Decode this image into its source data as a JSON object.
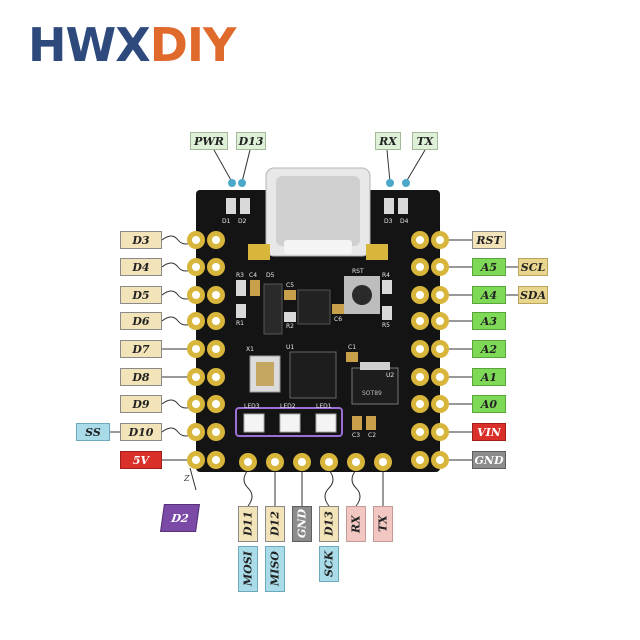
{
  "brand": {
    "part1": "HWX",
    "part2": "DIY"
  },
  "top_labels": {
    "pwr": "PWR",
    "d13": "D13",
    "rx": "RX",
    "tx": "TX"
  },
  "left_pins": [
    "D3",
    "D4",
    "D5",
    "D6",
    "D7",
    "D8",
    "D9",
    "D10",
    "5V"
  ],
  "left_extra": {
    "ss": "SS"
  },
  "right_pins": [
    "RST",
    "A5",
    "A4",
    "A3",
    "A2",
    "A1",
    "A0",
    "VIN",
    "GND"
  ],
  "right_extra": {
    "scl": "SCL",
    "sda": "SDA"
  },
  "bottom_pins": [
    "D11",
    "D12",
    "GND",
    "D13",
    "RX",
    "TX"
  ],
  "bottom_extra": {
    "mosi": "MOSI",
    "miso": "MISO",
    "sck": "SCK",
    "d2": "D2",
    "z": "Z"
  },
  "board_text": {
    "d1": "D1",
    "d2": "D2",
    "d3": "D3",
    "d4": "D4",
    "d5": "D5",
    "r1": "R1",
    "r2": "R2",
    "r3": "R3",
    "r4": "R4",
    "r5": "R5",
    "c1": "C1",
    "c2": "C2",
    "c3": "C3",
    "c4": "C4",
    "c5": "C5",
    "c6": "C6",
    "x1": "X1",
    "u1": "U1",
    "u2": "U2",
    "rst": "RST",
    "led1": "LED1",
    "led2": "LED2",
    "led3": "LED3",
    "sot": "SOT89"
  },
  "colors": {
    "board": "#141414",
    "pad": "#d8b63c",
    "digital_label": "#f3e3b8",
    "analog_label": "#7ed957",
    "vin_label": "#d9302a",
    "gnd_label": "#8c8c8c",
    "led_frame": "#9b6fd6"
  }
}
